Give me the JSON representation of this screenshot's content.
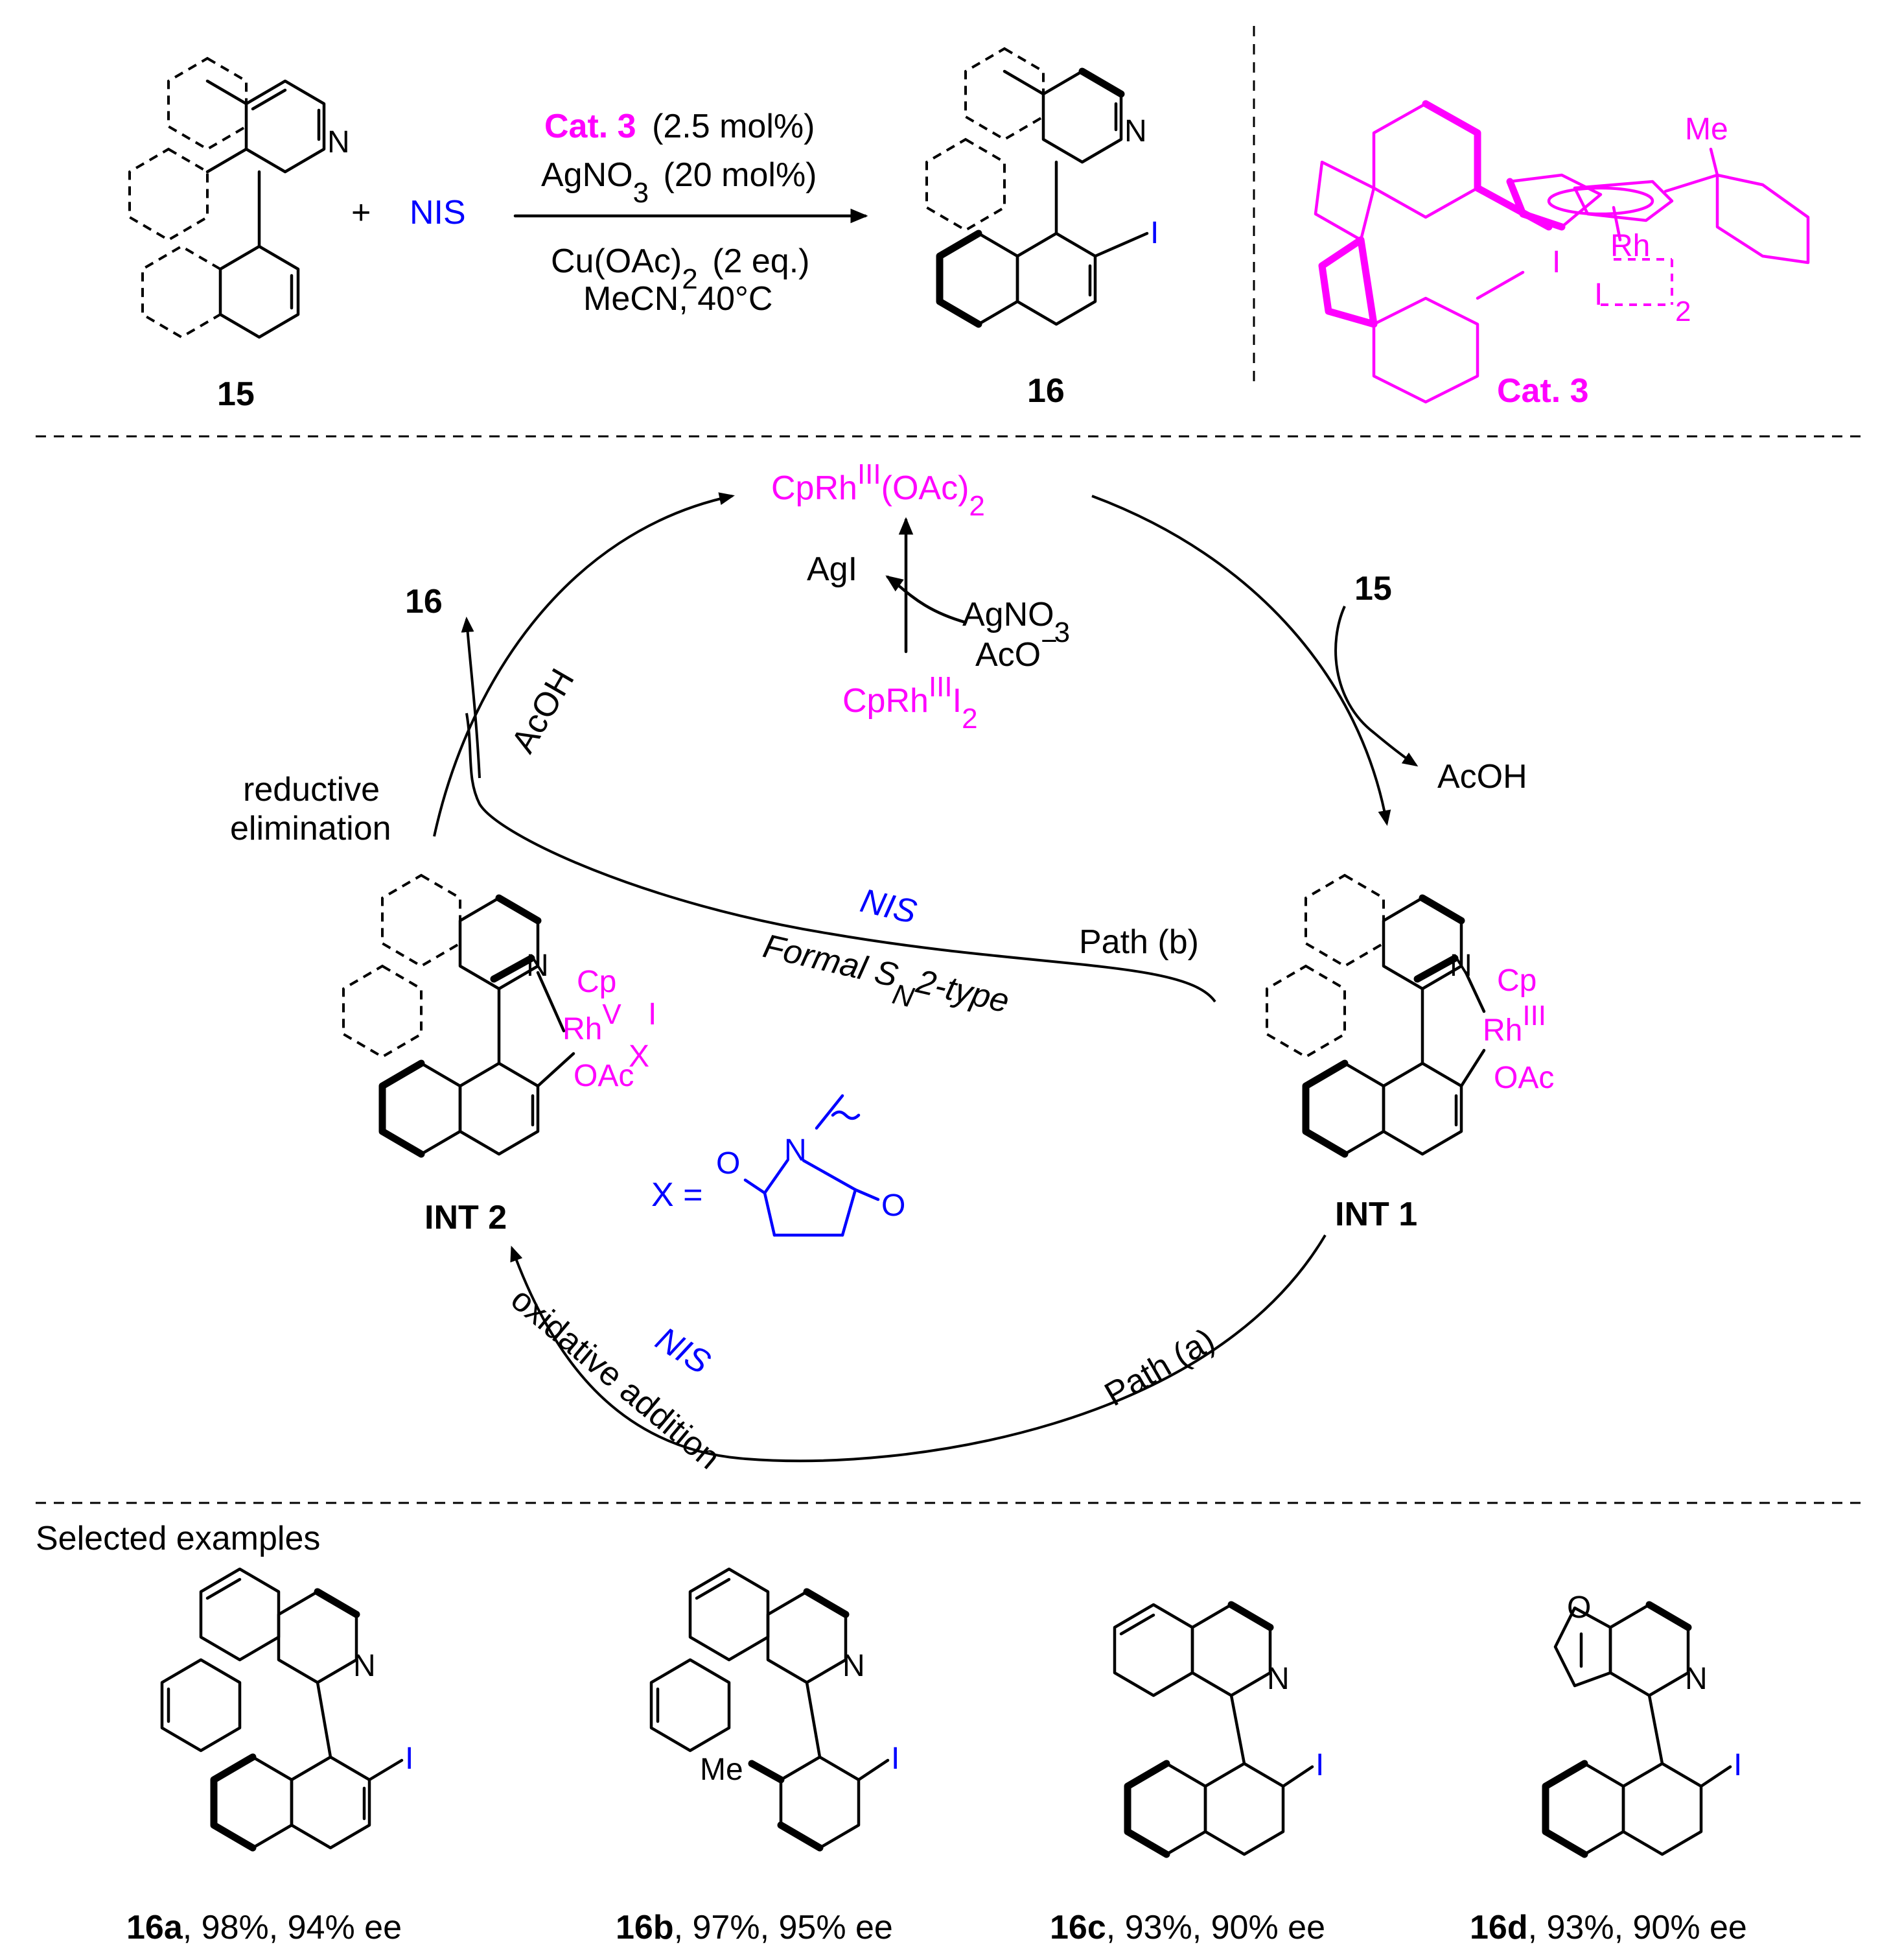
{
  "reaction": {
    "substrate_label": "15",
    "plus": "+",
    "reagent": "NIS",
    "cond1_cat": "Cat. 3",
    "cond1_rest": "(2.5 mol%)",
    "cond2_main": "AgNO",
    "cond2_sub": "3",
    "cond2_rest": "(20 mol%)",
    "cond3_main": "Cu(OAc)",
    "cond3_sub": "2",
    "cond3_rest": "(2 eq.)",
    "cond4": "MeCN, 40°C",
    "product_label": "16",
    "product_iodine": "I",
    "atom_N": "N"
  },
  "catalyst": {
    "label": "Cat. 3",
    "me": "Me",
    "rh": "Rh",
    "iodide_top": "I",
    "iodide_bottom": "I",
    "dimer_sub": "2"
  },
  "cycle": {
    "top_main": "CpRh",
    "top_sup": "III",
    "top_rest": "(OAc)",
    "top_sub": "2",
    "agi": "AgI",
    "agno3_main": "AgNO",
    "agno3_sub": "3",
    "aco_main": "AcO",
    "aco_sup": "−",
    "precat_main": "CpRh",
    "precat_sup": "III",
    "precat_rest": "I",
    "precat_sub": "2",
    "label_16": "16",
    "label_15": "15",
    "acoh_left": "AcOH",
    "acoh_right": "AcOH",
    "reductive": "reductive",
    "elimination": "elimination",
    "nis_b": "NIS",
    "path_b": "Path (b)",
    "formal_main": "Formal S",
    "formal_sub": "N",
    "formal_rest": "2-type",
    "int1_label": "INT 1",
    "int2_label": "INT 2",
    "int1_cp": "Cp",
    "int1_rh": "Rh",
    "int1_rh_sup": "III",
    "int1_oac": "OAc",
    "int2_cp": "Cp",
    "int2_rh": "Rh",
    "int2_rh_sup": "V",
    "int2_i": "I",
    "int2_x": "X",
    "int2_oac": "OAc",
    "x_eq": "X =",
    "succ_n": "N",
    "succ_o1": "O",
    "succ_o2": "O",
    "nis_a": "NIS",
    "path_a": "Path (a)",
    "oxidative": "oxidative addition"
  },
  "examples": {
    "title": "Selected examples",
    "items": [
      {
        "id": "16a",
        "rest": ", 98%, 94% ee"
      },
      {
        "id": "16b",
        "rest": ", 97%, 95% ee"
      },
      {
        "id": "16c",
        "rest": ", 93%, 90% ee"
      },
      {
        "id": "16d",
        "rest": ", 93%, 90% ee"
      }
    ],
    "me": "Me",
    "furan_o": "O"
  },
  "colors": {
    "catalyst": "#ff00ff",
    "reagent": "#0000ff",
    "text": "#000000"
  }
}
